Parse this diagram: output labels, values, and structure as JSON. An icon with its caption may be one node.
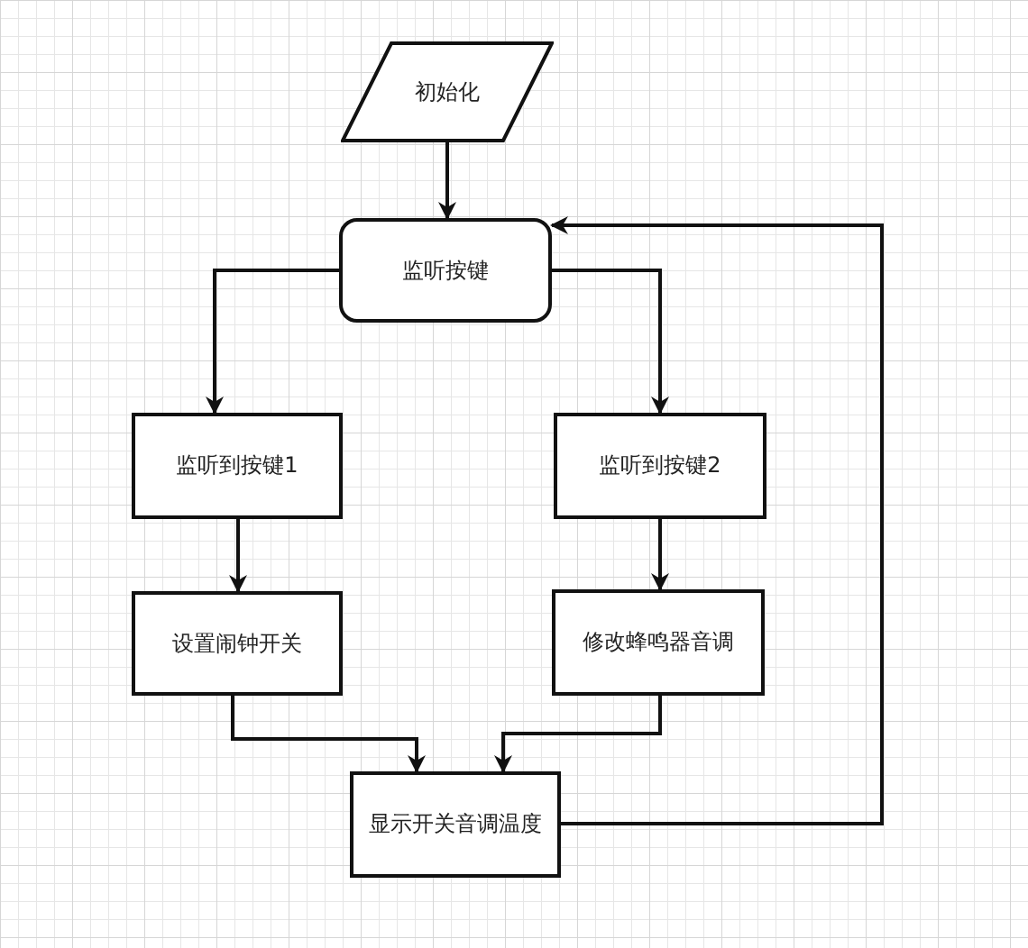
{
  "diagram": {
    "nodes": [
      {
        "text": [
          "初始化"
        ]
      },
      {
        "text": [
          "监听按键"
        ]
      },
      {
        "text": [
          "监听到按键1"
        ]
      },
      {
        "text": [
          "监听到按键2"
        ]
      },
      {
        "text": [
          "设置闹钟开关"
        ]
      },
      {
        "text": [
          "修改蜂鸣器音调"
        ]
      },
      {
        "text": [
          "显示开关音调温度"
        ]
      }
    ],
    "edges": [
      {
        "from": 0,
        "to": 1,
        "arrow": "to"
      },
      {
        "from": 1,
        "to": 2,
        "arrow": "to"
      },
      {
        "from": 1,
        "to": 3,
        "arrow": "to"
      },
      {
        "from": 2,
        "to": 4,
        "arrow": "to"
      },
      {
        "from": 3,
        "to": 5,
        "arrow": "to"
      },
      {
        "from": 4,
        "to": 6,
        "arrow": "to"
      },
      {
        "from": 5,
        "to": 6,
        "arrow": "to"
      },
      {
        "from": 6,
        "to": 1,
        "arrow": "to"
      }
    ]
  }
}
